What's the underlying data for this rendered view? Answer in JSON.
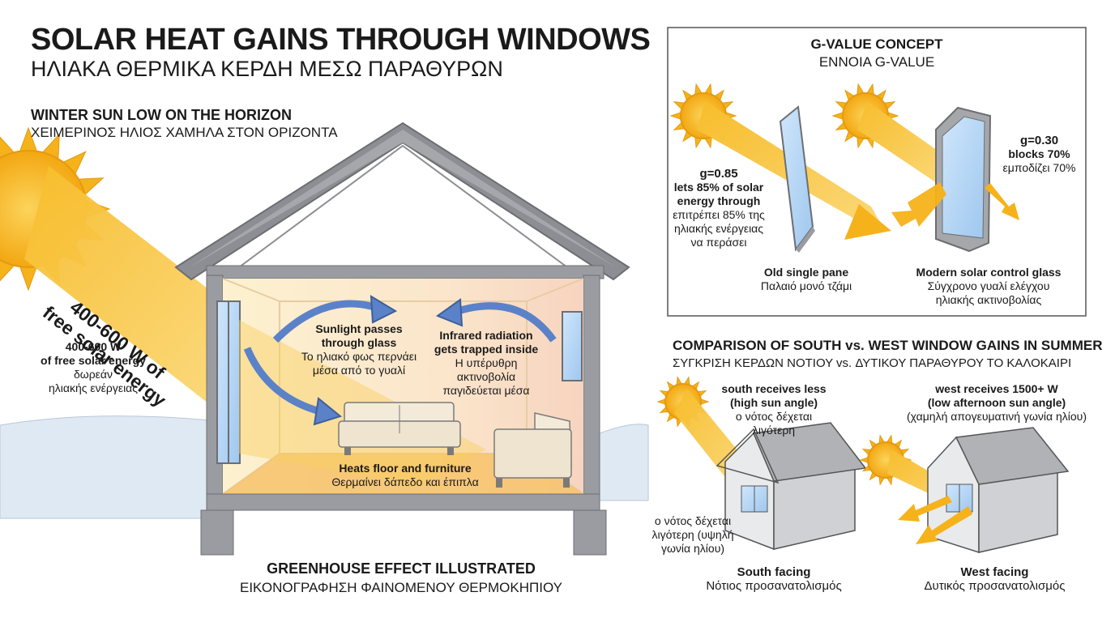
{
  "header": {
    "title": "SOLAR HEAT GAINS THROUGH WINDOWS",
    "subtitle": "ΗΛΙΑΚΑ ΘΕΡΜΙΚΑ ΚΕΡΔΗ ΜΕΣΩ ΠΑΡΑΘΥΡΩΝ"
  },
  "winter": {
    "heading": "WINTER SUN LOW ON THE HORIZON",
    "heading_gr": "ΧΕΙΜΕΡΙΝΟΣ ΗΛΙΟΣ ΧΑΜΗΛΑ ΣΤΟΝ ΟΡΙΖΟΝΤΑ",
    "beam_line1": "400-600 W of",
    "beam_line2": "free solar energy",
    "side_line1": "400-600 W",
    "side_line2": "of free solar energy",
    "side_gr1": "δωρεάν",
    "side_gr2": "ηλιακής ενέργειας"
  },
  "house": {
    "sunlight_title1": "Sunlight passes",
    "sunlight_title2": "through glass",
    "sunlight_gr1": "Το ηλιακό φως περνάει",
    "sunlight_gr2": "μέσα από το γυαλί",
    "infrared_title1": "Infrared radiation",
    "infrared_title2": "gets trapped inside",
    "infrared_gr1": "Η υπέρυθρη",
    "infrared_gr2": "ακτινοβολία",
    "infrared_gr3": "παγιδεύεται μέσα",
    "floor_title": "Heats floor and furniture",
    "floor_gr": "Θερμαίνει δάπεδο και έπιπλα",
    "caption": "GREENHOUSE EFFECT ILLUSTRATED",
    "caption_gr": "ΕΙΚΟΝΟΓΡΑΦΗΣΗ ΦΑΙΝΟΜΕΝΟΥ ΘΕΡΜΟΚΗΠΙΟΥ"
  },
  "gvalue": {
    "heading": "G-VALUE CONCEPT",
    "heading_gr": "ΕΝΝΟΙΑ G-VALUE",
    "old_g": "g=0.85",
    "old_desc1": "lets 85% of solar",
    "old_desc2": "energy through",
    "old_gr1": "επιτρέπει 85% της",
    "old_gr2": "ηλιακής ενέργειας",
    "old_gr3": "να περάσει",
    "old_label": "Old single pane",
    "old_label_gr": "Παλαιό μονό τζάμι",
    "new_g": "g=0.30",
    "new_desc": "blocks 70%",
    "new_gr": "εμποδίζει 70%",
    "new_label": "Modern solar control glass",
    "new_label_gr1": "Σύγχρονο γυαλί ελέγχου",
    "new_label_gr2": "ηλιακής ακτινοβολίας"
  },
  "comparison": {
    "heading": "COMPARISON OF SOUTH vs. WEST WINDOW GAINS IN SUMMER",
    "heading_gr": "ΣΥΓΚΡΙΣΗ ΚΕΡΔΩΝ ΝΟΤΙΟΥ vs. ΔΥΤΙΚΟΥ ΠΑΡΑΘΥΡΟΥ ΤΟ ΚΑΛΟΚΑΙΡΙ",
    "south_title1": "south receives less",
    "south_title2": "(high sun angle)",
    "south_gr": "ο νότος δέχεται λιγότερη",
    "south_side1": "ο νότος δέχεται",
    "south_side2": "λιγότερη (υψηλή",
    "south_side3": "γωνία ηλίου)",
    "south_label": "South facing",
    "south_label_gr": "Νότιος προσανατολισμός",
    "west_title1": "west receives 1500+ W",
    "west_title2": "(low afternoon sun angle)",
    "west_gr": "(χαμηλή απογευματινή γωνία ηλίου)",
    "west_label": "West facing",
    "west_label_gr": "Δυτικός προσανατολισμός"
  },
  "colors": {
    "sun": "#f6b21a",
    "beam": "#f7c548",
    "arrow_blue": "#5b82c8",
    "roof": "#8d8e93",
    "wall": "#9a9ca1",
    "snow": "#dfe9f3"
  }
}
